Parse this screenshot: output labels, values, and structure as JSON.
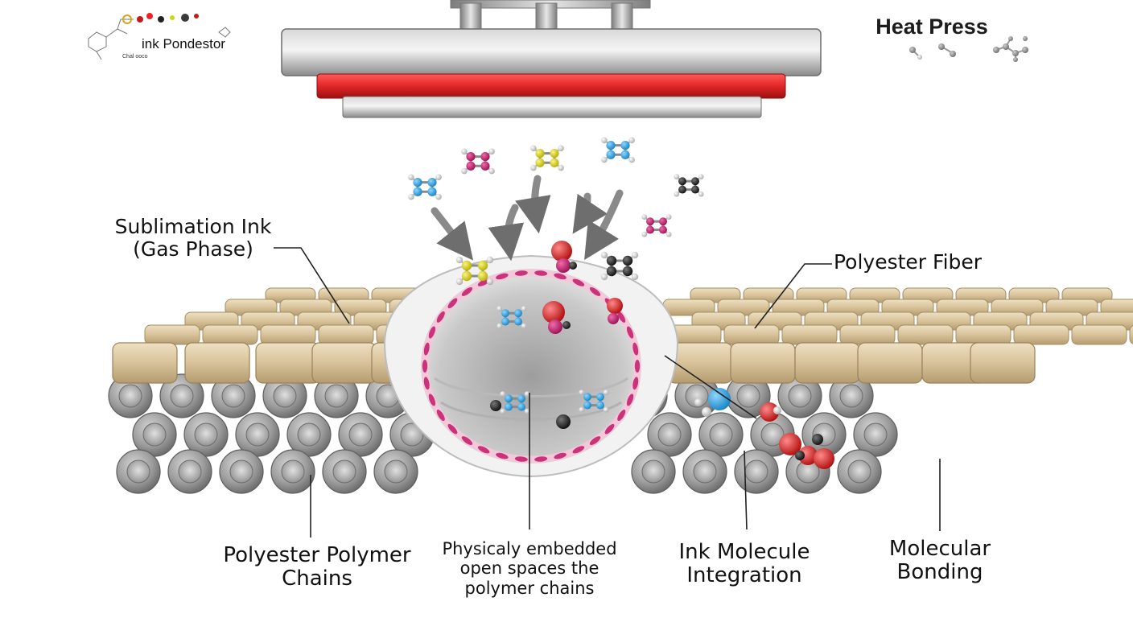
{
  "header": {
    "logo_text": "ink Pondestor",
    "logo_subtext": "Chal ooco",
    "press_title": "Heat Press"
  },
  "labels": {
    "sublimation_ink": [
      "Sublimation Ink",
      "(Gas Phase)"
    ],
    "polyester_fiber": "Polyester Fiber",
    "polymer_chains": [
      "Polyester Polymer",
      "Chains"
    ],
    "embedded": [
      "Physicaly embedded",
      "open spaces the",
      "polymer chains"
    ],
    "integration": [
      "Ink Molecule",
      "Integration"
    ],
    "bonding": [
      "Molecular",
      "Bonding"
    ]
  },
  "colors": {
    "cyan": "#2aa2dc",
    "magenta": "#c2186b",
    "yellow": "#d9d21c",
    "black": "#1c1c1c",
    "red": "#e01818",
    "press_red": "#e12626",
    "fabric_tan": "#d8c29a",
    "tube_gray": "#9a9a9a"
  },
  "icons": [
    "heat-press-icon",
    "molecule-icon",
    "arrow-icon",
    "fabric-icon",
    "polymer-tube-icon"
  ]
}
